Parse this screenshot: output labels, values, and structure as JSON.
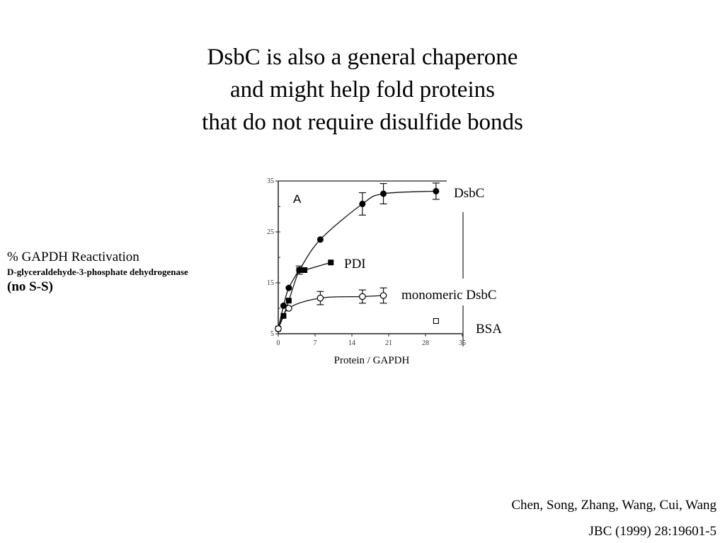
{
  "slide": {
    "title_lines": [
      "DsbC is also a general chaperone",
      "and might help fold proteins",
      "that do not require disulfide bonds"
    ],
    "y_label": {
      "main": "% GAPDH Reactivation",
      "sub": "D-glyceraldehyde-3-phosphate dehydrogenase",
      "note": "(no S-S)"
    },
    "citation": {
      "authors": "Chen, Song, Zhang, Wang, Cui, Wang",
      "journal": "JBC (1999) 28:19601-5"
    }
  },
  "chart_data": {
    "type": "line",
    "panel_label": "A",
    "xlabel": "Protein / GAPDH",
    "ylabel": "% GAPDH Reactivation",
    "xlim": [
      0,
      35
    ],
    "ylim": [
      5,
      35
    ],
    "xticks": [
      0,
      7,
      14,
      21,
      28,
      35
    ],
    "yticks": [
      5,
      15,
      25,
      35
    ],
    "grid": false,
    "series": [
      {
        "name": "DsbC",
        "marker": "filled-circle",
        "x": [
          0,
          1,
          2,
          4,
          8,
          16,
          20,
          30
        ],
        "y": [
          6,
          10.5,
          14,
          17.5,
          23.5,
          30.5,
          32.5,
          33
        ],
        "err": [
          0,
          0,
          0,
          0.8,
          0,
          2.2,
          2.0,
          1.6
        ]
      },
      {
        "name": "PDI",
        "marker": "filled-square",
        "x": [
          0,
          1,
          2,
          4,
          5,
          10
        ],
        "y": [
          6,
          8.5,
          11.5,
          17.5,
          17.5,
          19
        ],
        "err": [
          0,
          0,
          0,
          0,
          0,
          0
        ]
      },
      {
        "name": "monomeric DsbC",
        "marker": "open-circle",
        "x": [
          0,
          2,
          8,
          16,
          20
        ],
        "y": [
          6,
          10,
          12,
          12.3,
          12.5
        ],
        "err": [
          0,
          0,
          1.3,
          1.3,
          1.5
        ]
      },
      {
        "name": "BSA",
        "marker": "open-square",
        "x": [
          30
        ],
        "y": [
          7.5
        ],
        "err": [
          0
        ]
      }
    ]
  }
}
